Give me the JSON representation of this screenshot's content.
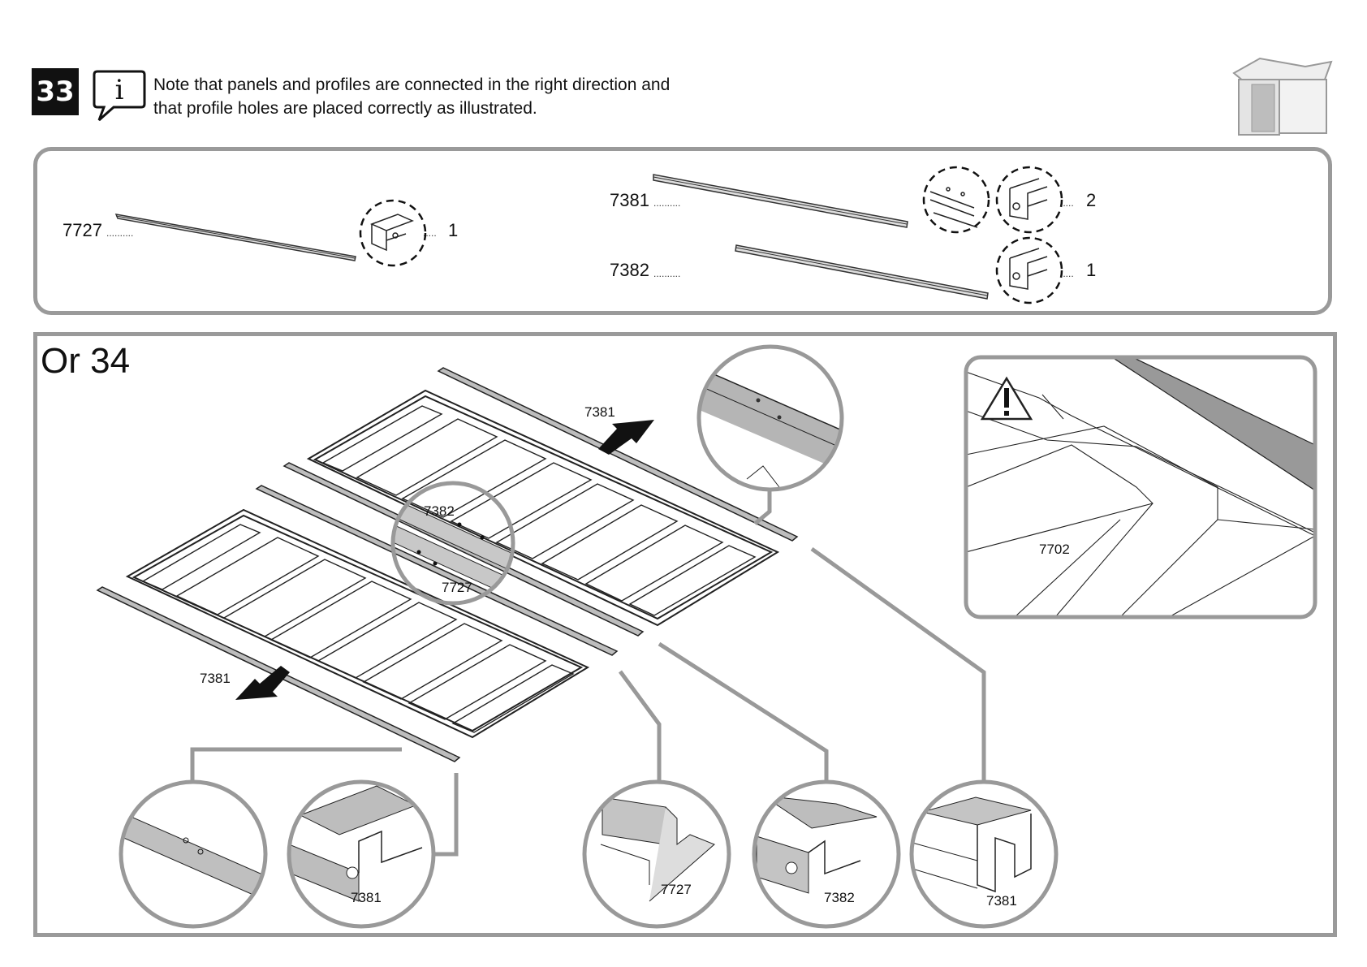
{
  "step": {
    "number": "33"
  },
  "note": {
    "line1": "Note that panels and profiles are connected in the right direction and",
    "line2": "that profile holes are placed correctly as illustrated."
  },
  "icons": {
    "info": "info-speech-bubble-icon",
    "shed": "shed-thumbnail-icon",
    "warning": "warning-triangle-icon"
  },
  "parts": [
    {
      "code": "7727",
      "leader": "..........",
      "qty_leader": ".....",
      "qty": "1"
    },
    {
      "code": "7381",
      "leader": "..........",
      "qty_leader": ".....",
      "qty": "2"
    },
    {
      "code": "7382",
      "leader": "..........",
      "qty_leader": ".....",
      "qty": "1"
    }
  ],
  "assembly": {
    "title": "Or 34",
    "labels": {
      "top_rail": "7381",
      "middle_rail": "7382",
      "middle_rail_inner": "7727",
      "bottom_rail": "7381",
      "warning_detail": "7702"
    },
    "detail_circles": [
      "7381",
      "7727",
      "7382",
      "7381"
    ]
  }
}
